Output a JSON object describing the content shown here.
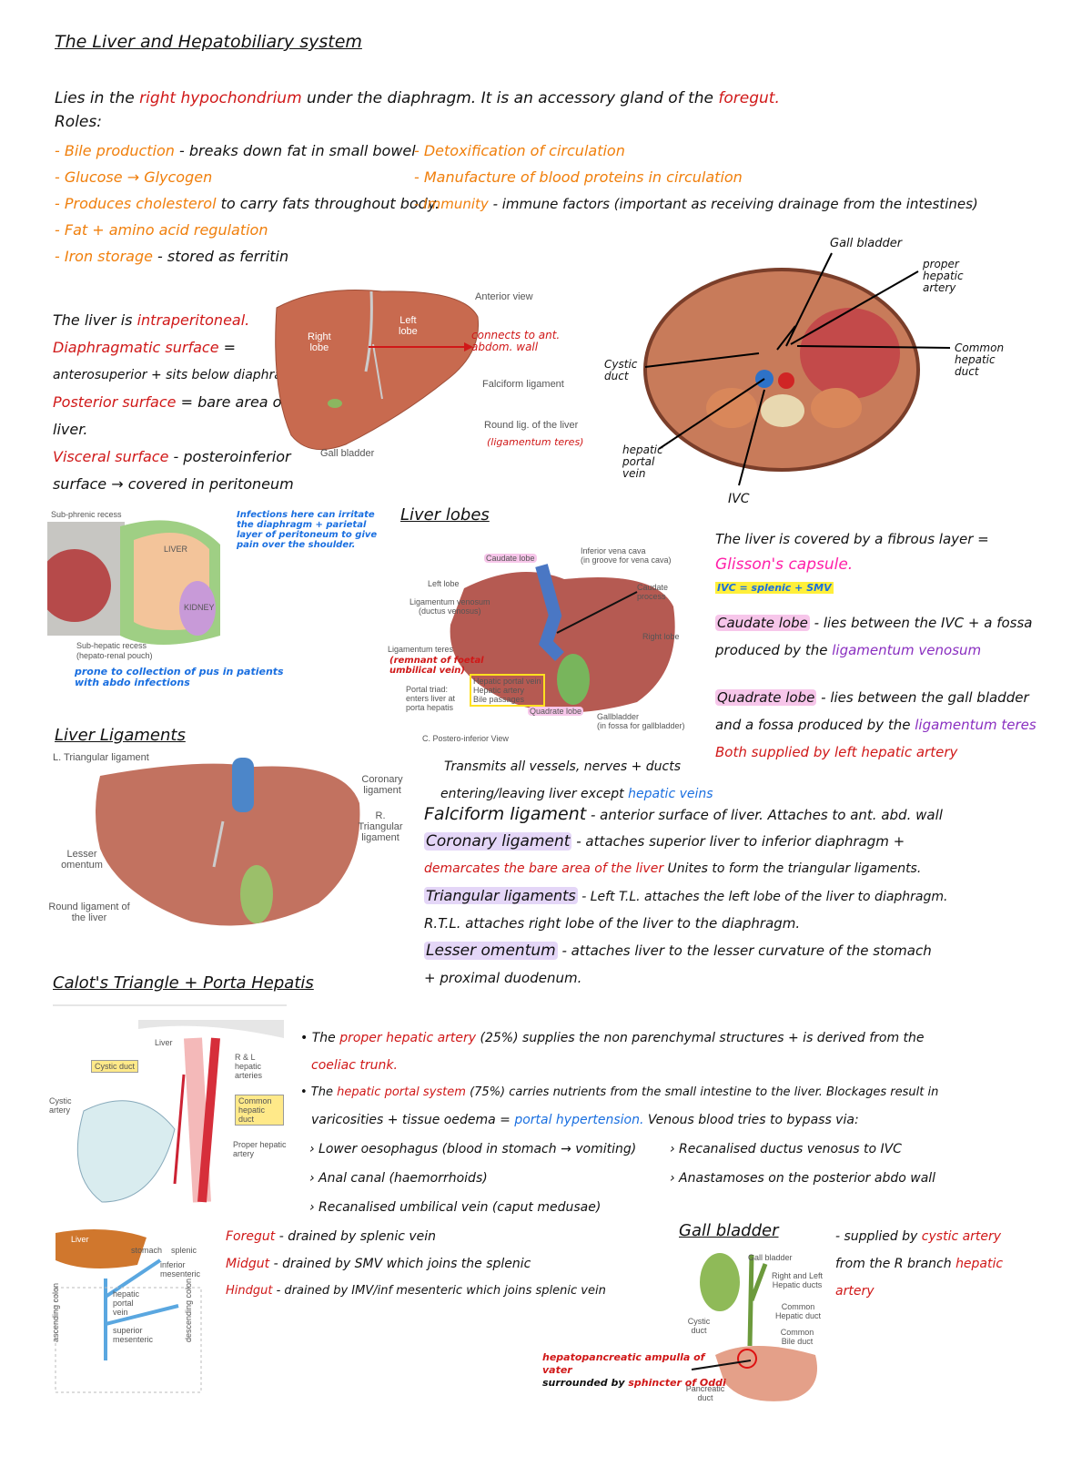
{
  "title": "The Liver and Hepatobiliary system",
  "intro": {
    "l1": "Lies in the",
    "l1_red": "right hypochondrium",
    "l1b": "under the diaphragm. It is an accessory gland of the",
    "l1_red2": "foregut.",
    "roles": "Roles:"
  },
  "roles_left": [
    {
      "o": "- Bile production",
      "k": "- breaks down fat in small bowel"
    },
    {
      "o": "- Glucose → Glycogen",
      "k": ""
    },
    {
      "o": "- Produces cholesterol",
      "k": "to carry fats throughout body."
    },
    {
      "o": "- Fat + amino acid regulation",
      "k": ""
    },
    {
      "o": "- Iron storage",
      "k": "- stored as ferritin"
    }
  ],
  "roles_right": [
    {
      "o": "- Detoxification of circulation",
      "k": ""
    },
    {
      "o": "- Manufacture of blood proteins in circulation",
      "k": ""
    },
    {
      "o": "- Immunity",
      "k": "- immune factors (important as receiving drainage from the intestines)"
    }
  ],
  "liver_desc": {
    "a1": "The liver is",
    "a1r": "intraperitoneal.",
    "b1": "Diaphragmatic surface",
    "b1k": "=",
    "b2": "anterosuperior + sits below diaphragm",
    "c1": "Posterior surface",
    "c1k": "= bare area of",
    "c2": "liver.",
    "d1": "Visceral surface",
    "d1k": "- posteroinferior",
    "d2": "surface → covered in peritoneum"
  },
  "fig_anterior": {
    "view": "Anterior view",
    "right_lobe": "Right\nlobe",
    "left_lobe": "Left\nlobe",
    "falciform": "Falciform ligament",
    "round_lig": "Round lig. of the liver",
    "gall": "Gall bladder",
    "note_connects": "connects to ant. abdom. wall",
    "note_teres": "(ligamentum teres)"
  },
  "fig_ct": {
    "gall": "Gall bladder",
    "proper": "proper hepatic artery",
    "common": "Common hepatic duct",
    "cystic": "Cystic duct",
    "portal": "hepatic portal vein",
    "ivc": "IVC"
  },
  "fig_recess": {
    "subphrenic": "Sub-phrenic recess",
    "liver": "LIVER",
    "kidney": "KIDNEY",
    "subhepatic": "Sub-hepatic recess",
    "pouch": "(hepato-renal pouch)",
    "note_blue": "Infections here can irritate the diaphragm + parietal layer of peritoneum to give pain over the shoulder.",
    "note_prone": "prone to collection of pus in patients with abdo infections"
  },
  "lobes": {
    "heading": "Liver lobes",
    "fibrous1": "The liver is covered by a fibrous layer =",
    "glisson": "Glisson's capsule.",
    "ivc_note": "IVC = splenic + SMV",
    "caudate_h": "Caudate lobe",
    "caudate_t1": "- lies between the IVC + a fossa",
    "caudate_t2": "produced by the",
    "caudate_p": "ligamentum venosum",
    "quad_h": "Quadrate lobe",
    "quad_t1": "- lies between the gall bladder",
    "quad_t2": "and a fossa produced by the",
    "quad_p": "ligamentum teres",
    "both": "Both supplied by left hepatic artery",
    "triad1": "Transmits all vessels, nerves + ducts",
    "triad2": "entering/leaving liver except",
    "triad2b": "hepatic veins"
  },
  "fig_lobes": {
    "caudate": "Caudate lobe",
    "ivc": "Inferior vena cava",
    "ivc2": "(in groove for vena cava)",
    "caud_proc": "Caudate process",
    "left": "Left lobe",
    "venosum": "Ligamentum venosum",
    "venosum2": "(ductus venosus)",
    "teres": "Ligamentum teres",
    "teres_note": "(remnant of foetal umbilical vein)",
    "triad": "Portal triad: enters liver at porta hepatis",
    "hpv": "Hepatic portal vein",
    "ha": "Hepatic artery",
    "bp": "Bile passages",
    "quad": "Quadrate lobe",
    "right": "Right lobe",
    "gb": "Gallbladder",
    "gb2": "(in fossa for gallbladder)",
    "view": "C. Postero-inferior View"
  },
  "ligaments": {
    "heading": "Liver Ligaments",
    "ltri": "L. Triangular ligament",
    "coronary": "Coronary ligament",
    "rtri": "R. Triangular ligament",
    "lesser": "Lesser omentum",
    "round": "Round ligament of the liver",
    "fal_h": "Falciform ligament",
    "fal_t": "- anterior surface of liver. Attaches to ant. abd. wall",
    "cor_h": "Coronary ligament",
    "cor_t": "- attaches superior liver to inferior diaphragm +",
    "cor_r": "demarcates the bare area of the liver",
    "cor_t2": "Unites to form the triangular ligaments.",
    "tri_h": "Triangular ligaments",
    "tri_t": "- Left T.L. attaches the left lobe of the liver to diaphragm.",
    "tri_t2": "R.T.L. attaches right lobe of the liver to the diaphragm.",
    "les_h": "Lesser omentum",
    "les_t": "- attaches liver to the lesser curvature of the stomach",
    "les_t2": "+ proximal duodenum."
  },
  "calot": {
    "heading": "Calot's Triangle + Porta Hepatis",
    "fig_liver": "Liver",
    "fig_cystic_duct": "Cystic duct",
    "fig_rl": "R & L hepatic arteries",
    "fig_chd": "Common hepatic duct",
    "fig_cystic_artery": "Cystic artery",
    "fig_proper": "Proper hepatic artery",
    "p1a": "• The",
    "p1r": "proper hepatic artery",
    "p1b": "(25%) supplies the non parenchymal structures + is derived from the",
    "p1c": "coeliac trunk.",
    "p2a": "• The",
    "p2r": "hepatic portal system",
    "p2b": "(75%) carries nutrients from the small intestine to the liver. Blockages result in",
    "p2c": "varicosities + tissue oedema =",
    "p2blue": "portal hypertension.",
    "p2d": "Venous blood tries to bypass via:",
    "b1": "› Lower oesophagus (blood in stomach → vomiting)",
    "b2": "› Anal canal (haemorrhoids)",
    "b3": "› Recanalised umbilical vein (caput medusae)",
    "b4": "› Recanalised ductus venosus to IVC",
    "b5": "› Anastamoses on the posterior abdo wall"
  },
  "portal_fig": {
    "liver": "Liver",
    "stomach": "stomach",
    "splenic": "splenic",
    "inf_mes": "inferior mesenteric",
    "hpv": "hepatic portal vein",
    "sup_mes": "superior mesenteric",
    "asc": "ascending colon",
    "desc": "descending colon"
  },
  "gut": {
    "f": "Foregut",
    "ft": "- drained by splenic vein",
    "m": "Midgut",
    "mt": "- drained by SMV which joins the splenic",
    "h": "Hindgut",
    "ht": "- drained by IMV/inf mesenteric which joins splenic vein"
  },
  "gallbladder": {
    "heading": "Gall bladder",
    "t1": "- supplied by",
    "t1r": "cystic artery",
    "t2": "from the R branch",
    "t2r": "hepatic",
    "t3r": "artery",
    "fig_gb": "Gall bladder",
    "fig_rl": "Right and Left Hepatic ducts",
    "fig_chd": "Common Hepatic duct",
    "fig_cbd": "Common Bile duct",
    "fig_cystic": "Cystic duct",
    "fig_panc": "Pancreatic duct",
    "amp1": "hepatopancreatic ampulla of vater",
    "amp2": "surrounded by",
    "amp3": "sphincter of Oddi"
  },
  "colors": {
    "red": "#d01818",
    "orange": "#f07f0c",
    "blue": "#1a6fe0",
    "purple": "#8a2fc0",
    "pink": "#ff1fa8"
  }
}
